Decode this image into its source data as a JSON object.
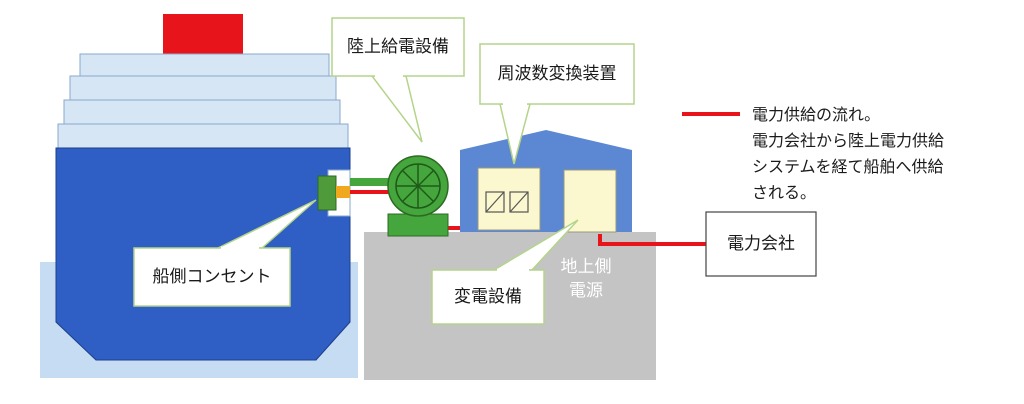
{
  "labels": {
    "shore_power_facility": "陸上給電設備",
    "frequency_converter": "周波数変換装置",
    "ship_outlet": "船側コンセント",
    "substation": "変電設備",
    "ground_power_line1": "地上側",
    "ground_power_line2": "電源",
    "power_company": "電力会社"
  },
  "legend": {
    "line1": "電力供給の流れ。",
    "line2": "電力会社から陸上電力供給",
    "line3": "システムを経て船舶へ供給",
    "line4": "される。"
  },
  "colors": {
    "power_flow": "#e8141c",
    "ship_hull": "#2f5fc4",
    "ship_deck": "#d6e6f5",
    "ship_funnel": "#e8141c",
    "water": "#c5dcf2",
    "ground": "#c4c4c4",
    "building_roof": "#5b87d3",
    "equipment_fill": "#fbf8cf",
    "callout_border": "#b4d48a",
    "reel_green": "#44a63c"
  }
}
